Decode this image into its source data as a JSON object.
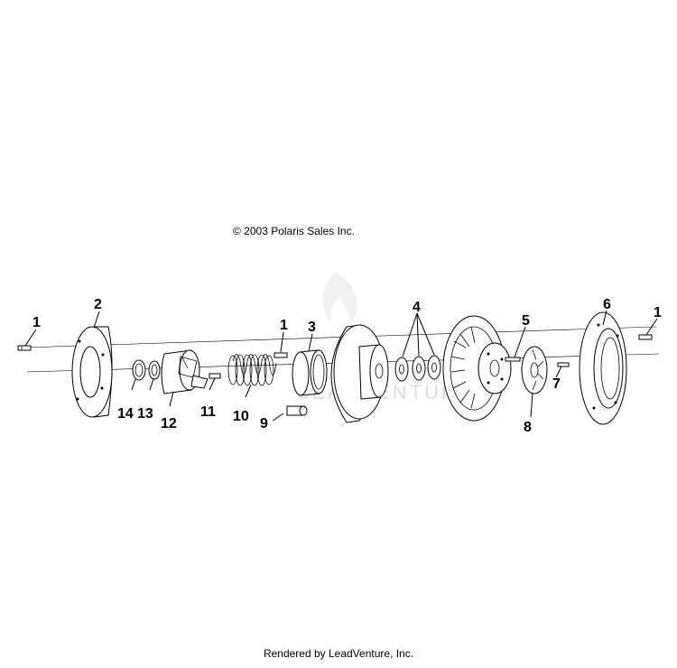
{
  "copyright": "© 2003 Polaris Sales Inc.",
  "footer": "Rendered by LeadVenture, Inc.",
  "watermark_icon": "leadventure-flame-icon",
  "callouts": [
    "1",
    "2",
    "1",
    "3",
    "4",
    "5",
    "6",
    "1",
    "14",
    "13",
    "12",
    "11",
    "10",
    "9",
    "8",
    "7"
  ]
}
